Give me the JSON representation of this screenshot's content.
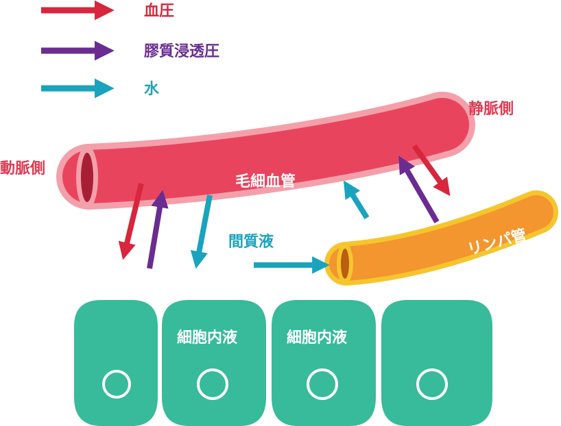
{
  "legend": {
    "blood_pressure": "血圧",
    "oncotic_pressure": "膠質浸透圧",
    "water": "水"
  },
  "labels": {
    "venous_side": "静脈側",
    "arterial_side": "動脈側",
    "capillary": "毛細血管",
    "interstitial_fluid": "間質液",
    "lymph_vessel": "リンパ管",
    "cell_fluid_1": "細胞内液",
    "cell_fluid_2": "細胞内液"
  },
  "colors": {
    "blood_pressure": "#d7263d",
    "oncotic_pressure": "#6a2c91",
    "water": "#1aa3bd",
    "capillary": "#e9445e",
    "capillary_outline": "#f4a0aa",
    "lymph": "#f3962f",
    "lymph_outline": "#f6c52e",
    "cell": "#37bb9a",
    "venous_label": "#e03a53"
  }
}
